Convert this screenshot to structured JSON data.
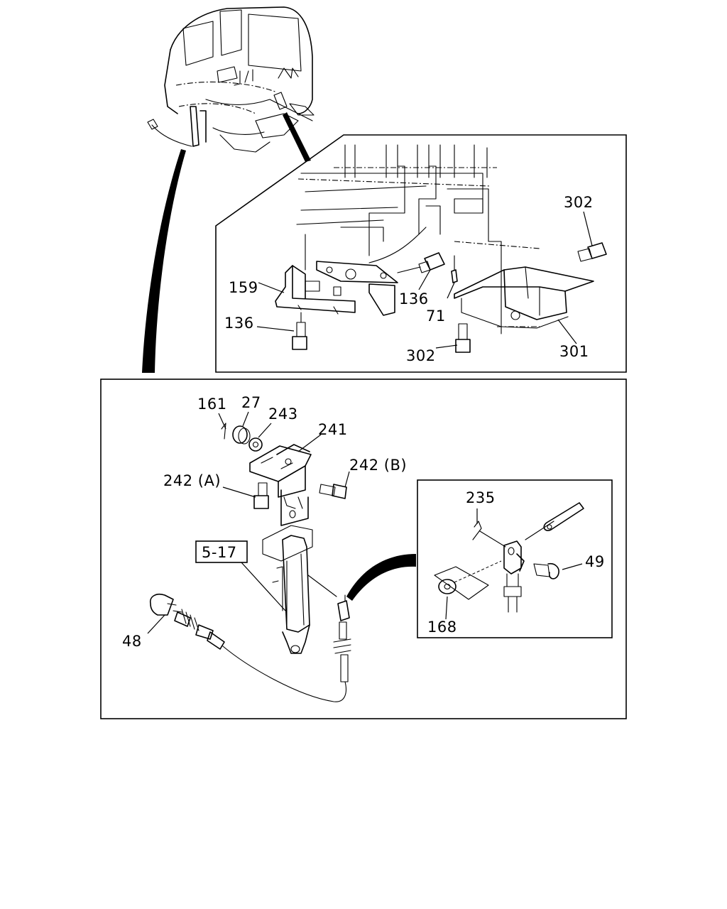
{
  "diagram": {
    "callouts": {
      "c302a": "302",
      "c159": "159",
      "c136a": "136",
      "c136b": "136",
      "c71": "71",
      "c302b": "302",
      "c301": "301",
      "c161": "161",
      "c27": "27",
      "c243": "243",
      "c241": "241",
      "c242b": "242 (B)",
      "c242a": "242 (A)",
      "c517": "5-17",
      "c48": "48",
      "c235": "235",
      "c49": "49",
      "c168": "168"
    }
  }
}
